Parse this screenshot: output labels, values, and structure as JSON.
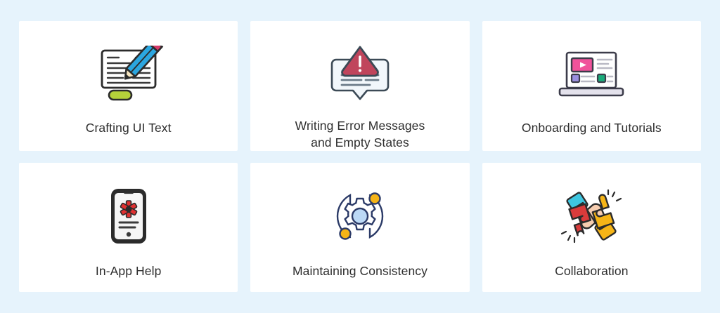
{
  "page": {
    "background_color": "#e6f3fc",
    "card_background_color": "#ffffff",
    "label_color": "#2d2d2d"
  },
  "grid": {
    "columns": 3,
    "rows": 2,
    "cards": [
      {
        "id": "crafting-ui-text",
        "label": "Crafting UI Text",
        "icon": "document-pencil-icon",
        "colors": {
          "pencil_body": "#2ba6e0",
          "pencil_tip_eraser": "#d63a6a",
          "accent_pill": "#b5d13a",
          "outline": "#2b2b2b",
          "paper": "#ffffff"
        }
      },
      {
        "id": "writing-error-messages",
        "label": "Writing Error Messages\nand Empty States",
        "icon": "warning-speech-bubble-icon",
        "colors": {
          "triangle": "#c0455c",
          "bubble": "#f2f7fb",
          "outline": "#3c4a56",
          "lines": "#6b7b88"
        }
      },
      {
        "id": "onboarding-and-tutorials",
        "label": "Onboarding and Tutorials",
        "icon": "laptop-video-icon",
        "colors": {
          "video": "#f0529b",
          "square_purple": "#9b8fe0",
          "square_green": "#1aab7a",
          "outline": "#3c3c4a",
          "screen": "#ffffff",
          "base": "#e4e2ec"
        }
      },
      {
        "id": "in-app-help",
        "label": "In-App Help",
        "icon": "smartphone-help-icon",
        "colors": {
          "frame": "#2b2b2b",
          "asterisk": "#e03131",
          "screen": "#f5f5f5",
          "lines": "#3a3a3a"
        }
      },
      {
        "id": "maintaining-consistency",
        "label": "Maintaining Consistency",
        "icon": "gear-orbit-icon",
        "colors": {
          "gear_outline": "#2b3a67",
          "gear_center": "#bcd9f5",
          "dot": "#f5b417",
          "orbit": "#2b3a67"
        }
      },
      {
        "id": "collaboration",
        "label": "Collaboration",
        "icon": "hands-puzzle-icon",
        "colors": {
          "puzzle_red": "#d93b3b",
          "puzzle_yellow": "#f5b417",
          "sleeve_cyan": "#3ec6e0",
          "sleeve_yellow": "#f5b417",
          "skin": "#f6cdb0",
          "outline": "#2b2b2b"
        }
      }
    ]
  }
}
